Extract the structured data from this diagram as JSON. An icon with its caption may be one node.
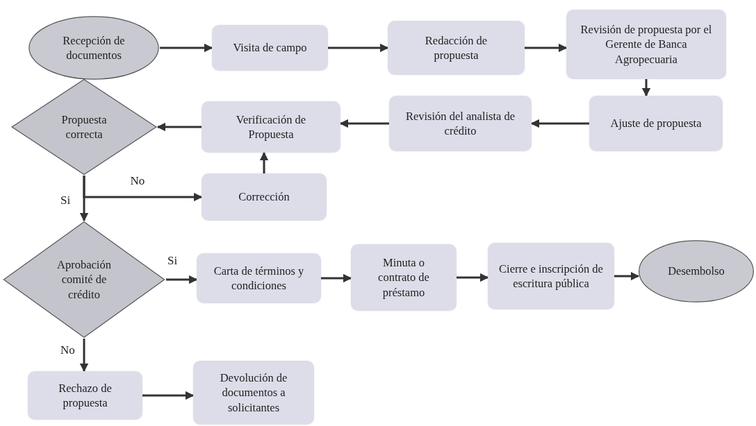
{
  "diagram": {
    "nodes": [
      {
        "text": [
          "Recepción de documentos"
        ]
      },
      {
        "text": [
          "Visita de campo"
        ]
      },
      {
        "text": [
          "Redacción de propuesta"
        ]
      },
      {
        "text": [
          "Revisión de propuesta por el Gerente de Banca Agropecuaria"
        ]
      },
      {
        "text": [
          "Ajuste de propuesta"
        ]
      },
      {
        "text": [
          "Revisión del analista de crédito"
        ]
      },
      {
        "text": [
          "Verificación de Propuesta"
        ]
      },
      {
        "text": [
          "Propuesta correcta"
        ]
      },
      {
        "text": [
          "Corrección"
        ]
      },
      {
        "text": [
          "Aprobación comité de crédito"
        ]
      },
      {
        "text": [
          "Carta de términos y condiciones"
        ]
      },
      {
        "text": [
          "Minuta o contrato de préstamo"
        ]
      },
      {
        "text": [
          "Cierre e inscripción de escritura pública"
        ]
      },
      {
        "text": [
          "Desembolso"
        ]
      },
      {
        "text": [
          "Rechazo de propuesta"
        ]
      },
      {
        "text": [
          "Devolución de documentos a solicitantes"
        ]
      }
    ],
    "edges": [
      {
        "from": 0,
        "to": 1,
        "arrow": "to"
      },
      {
        "from": 1,
        "to": 2,
        "arrow": "to"
      },
      {
        "from": 2,
        "to": 3,
        "arrow": "to"
      },
      {
        "from": 3,
        "to": 4,
        "arrow": "to"
      },
      {
        "from": 4,
        "to": 5,
        "arrow": "to"
      },
      {
        "from": 5,
        "to": 6,
        "arrow": "to"
      },
      {
        "from": 6,
        "to": 7,
        "arrow": "to"
      },
      {
        "from": 7,
        "to": 8,
        "arrow": "to",
        "label": "No"
      },
      {
        "from": 8,
        "to": 6,
        "arrow": "to"
      },
      {
        "from": 7,
        "to": 9,
        "arrow": "to",
        "label": "Si"
      },
      {
        "from": 9,
        "to": 10,
        "arrow": "to",
        "label": "Si"
      },
      {
        "from": 10,
        "to": 11,
        "arrow": "to"
      },
      {
        "from": 11,
        "to": 12,
        "arrow": "to"
      },
      {
        "from": 12,
        "to": 13,
        "arrow": "to"
      },
      {
        "from": 9,
        "to": 14,
        "arrow": "to",
        "label": "No"
      },
      {
        "from": 14,
        "to": 15,
        "arrow": "to"
      }
    ]
  }
}
